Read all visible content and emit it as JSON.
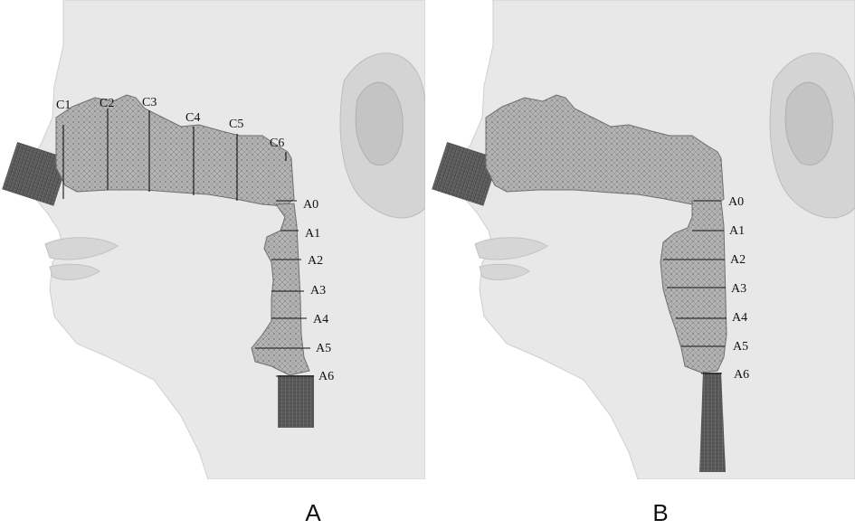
{
  "panels": [
    {
      "caption": "A",
      "coronal_labels": [
        "C1",
        "C2",
        "C3",
        "C4",
        "C5",
        "C6"
      ],
      "axial_labels": [
        "A0",
        "A1",
        "A2",
        "A3",
        "A4",
        "A5",
        "A6"
      ]
    },
    {
      "caption": "B",
      "axial_labels": [
        "A0",
        "A1",
        "A2",
        "A3",
        "A4",
        "A5",
        "A6"
      ]
    }
  ],
  "colors": {
    "head": "#e6e6e6",
    "head_shadow": "#d0d0d0",
    "airway_mesh": "#a9a9a9",
    "inlet_pipe": "#5a5a5a",
    "section_line": "#111111"
  }
}
